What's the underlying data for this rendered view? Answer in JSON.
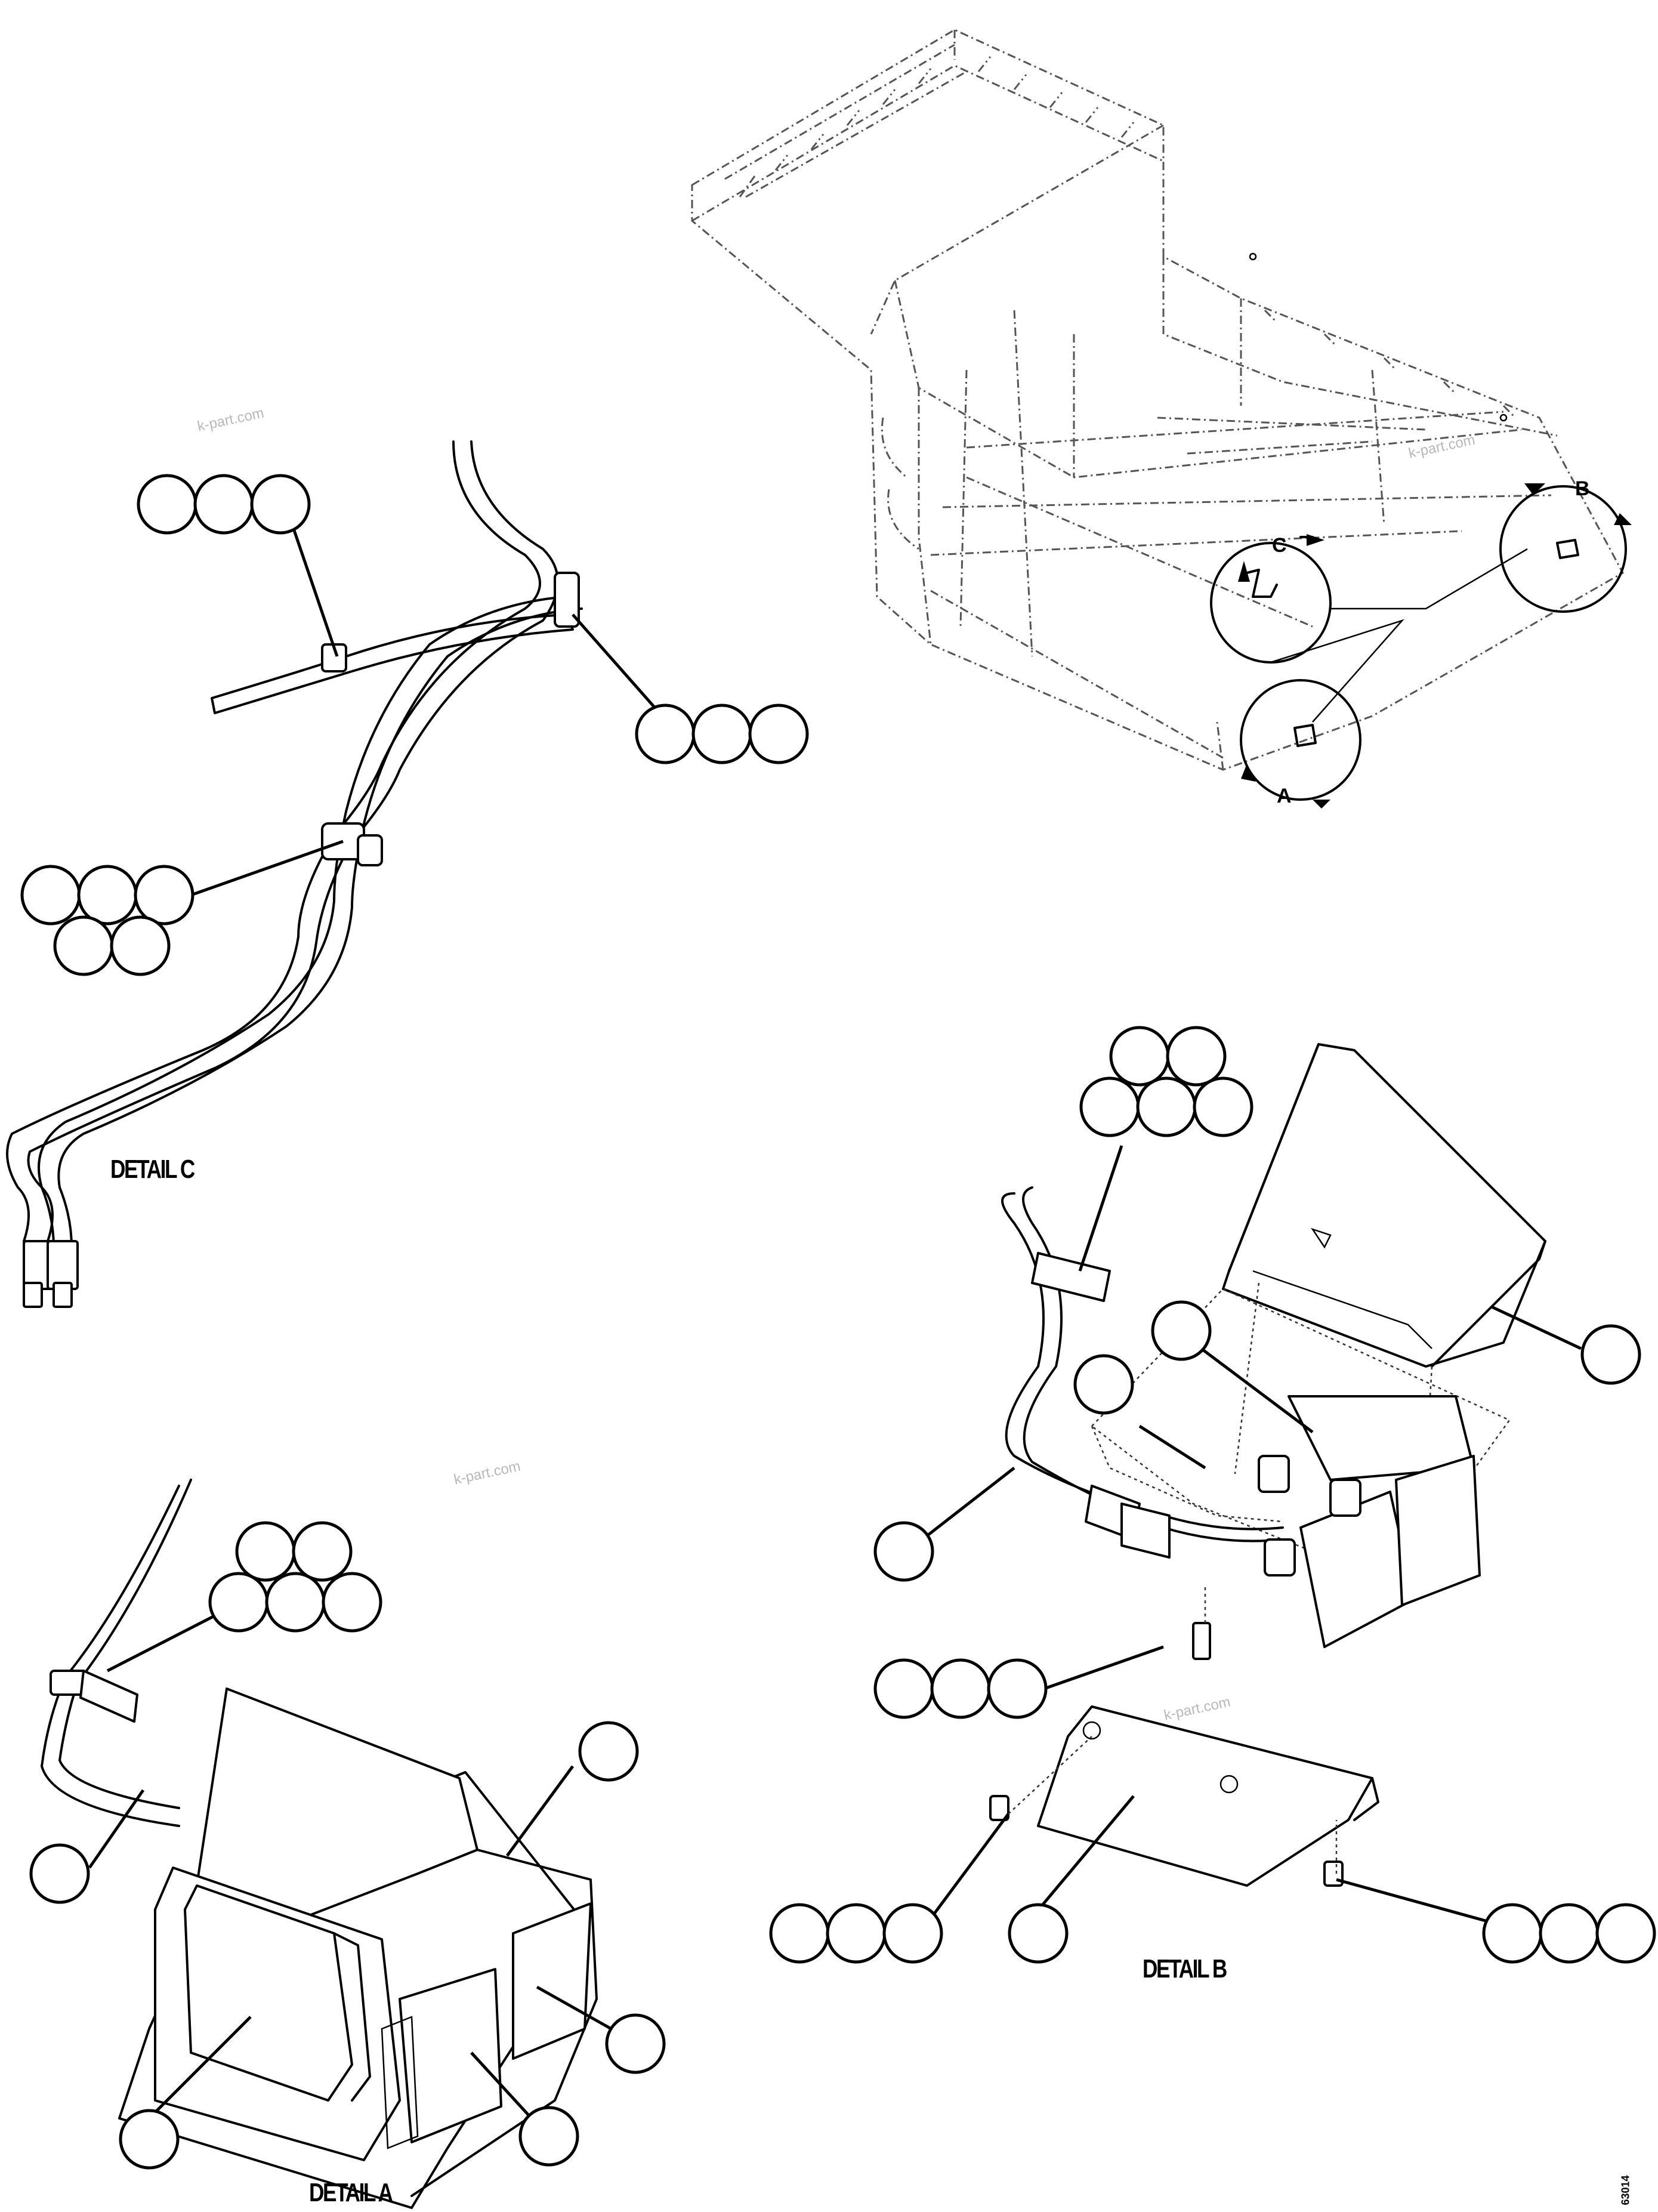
{
  "details": {
    "a": "DETAIL A",
    "b": "DETAIL B",
    "c": "DETAIL C"
  },
  "callouts": {
    "a": "A",
    "b": "B",
    "c": "C"
  },
  "watermark": "k-part.com",
  "figure_number": "63014"
}
